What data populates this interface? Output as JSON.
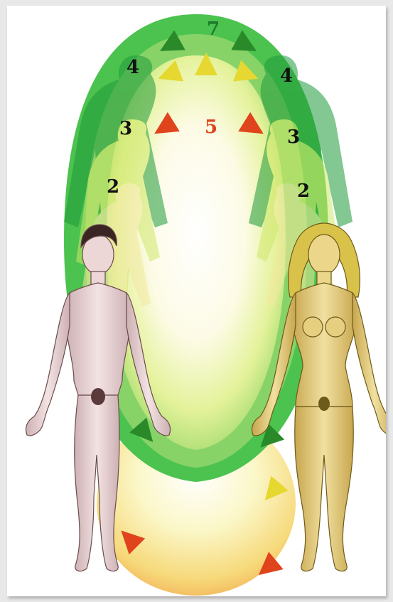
{
  "labels": {
    "top": "7",
    "left_upper": "4",
    "right_upper": "4",
    "center": "5",
    "left_mid": "3",
    "right_mid": "3",
    "left_low": "2",
    "right_low": "2"
  },
  "colors": {
    "outer_green": "#4cc24f",
    "light_green": "#a8e07a",
    "yellow": "#f2ec7a",
    "orange": "#f2a14a",
    "male_skin": "#e9d2d2",
    "female_skin": "#e7cf80",
    "arrow_green": "#2a8a2a",
    "arrow_orange": "#e0441c"
  }
}
